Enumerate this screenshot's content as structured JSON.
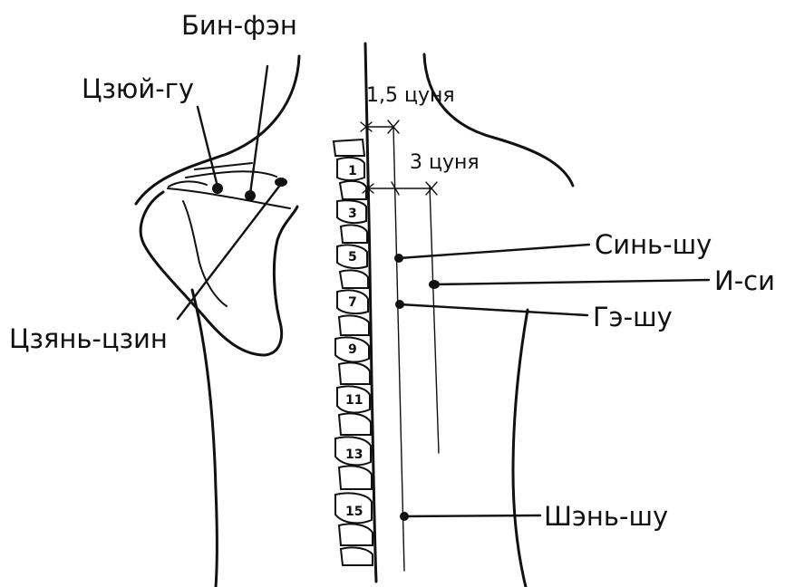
{
  "labels": {
    "bin_fen": "Бин-фэн",
    "czyui_gu": "Цзюй-гу",
    "czyan_czin": "Цзянь-цзин",
    "sin_shu": "Синь-шу",
    "i_si": "И-си",
    "ge_shu": "Гэ-шу",
    "shen_shu": "Шэнь-шу"
  },
  "measurements": {
    "one_and_half": "1,5 цуня",
    "three": "3 цуня"
  },
  "vertebra_numbers": [
    "1",
    "3",
    "5",
    "7",
    "9",
    "11",
    "13",
    "15"
  ],
  "colors": {
    "ink": "#111111",
    "background": "#ffffff"
  }
}
